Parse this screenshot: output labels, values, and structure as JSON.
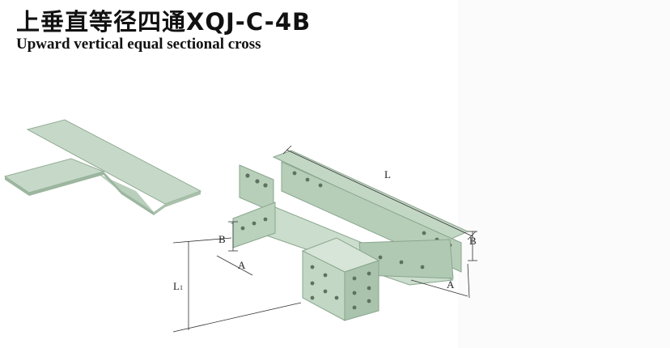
{
  "title": {
    "chinese": "上垂直等径四通XQJ-C-4B",
    "english": "Upward vertical equal sectional cross"
  },
  "dimensions": {
    "L": "L",
    "B_left": "B",
    "B_right": "B",
    "A_left": "A",
    "A_right": "A",
    "L1": "L",
    "L1_sub": "1"
  },
  "colors": {
    "tray_light": "#c9dccb",
    "tray_mid": "#adc6b0",
    "tray_dark": "#8daa91",
    "line": "#333333"
  }
}
